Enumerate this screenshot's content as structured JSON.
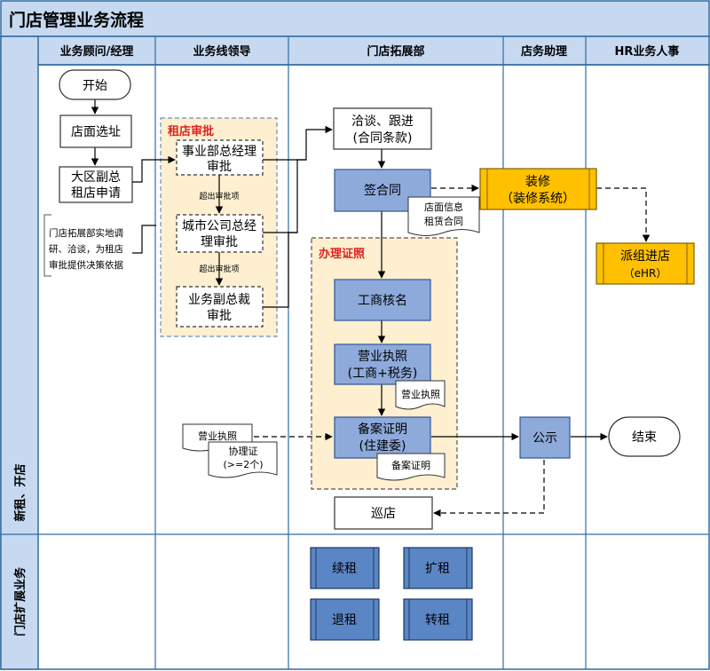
{
  "title": "门店管理业务流程",
  "lanes": {
    "consultant": "业务顾问/经理",
    "line_leader": "业务线领导",
    "store_dev": "门店拓展部",
    "store_asst": "店务助理",
    "hr": "HR业务人事"
  },
  "phases": {
    "new_rent": "新租、开店",
    "expand": "门店扩展业务"
  },
  "groups": {
    "rent_approval": "租店审批",
    "license": "办理证照"
  },
  "nodes": {
    "start": "开始",
    "site": "店面选址",
    "apply": [
      "大区副总",
      "租店申请"
    ],
    "research_note": [
      "门店拓展部实地调",
      "研、洽谈，为租店",
      "审批提供决策依据"
    ],
    "gm_approve": [
      "事业部总经理",
      "审批"
    ],
    "city_approve": [
      "城市公司总经",
      "理审批"
    ],
    "vp_approve": [
      "业务副总裁",
      "审批"
    ],
    "over_limit_1": "超出审批项",
    "over_limit_2": "超出审批项",
    "negotiate": [
      "洽谈、跟进",
      "(合同条款)"
    ],
    "sign": "签合同",
    "contract_doc": [
      "店面信息",
      "租赁合同"
    ],
    "decorate": [
      "装修",
      "（装修系统）"
    ],
    "assign": [
      "派组进店",
      "（eHR）"
    ],
    "business_check": "工商核名",
    "license_node": [
      "营业执照",
      "(工商+税务)"
    ],
    "license_doc": "营业执照",
    "filing": [
      "备案证明",
      "(住建委)"
    ],
    "filing_doc": "备案证明",
    "in_license_doc": "营业执照",
    "coop_doc": [
      "协理证",
      "(>=2个)"
    ],
    "publicize": "公示",
    "end": "结束",
    "patrol": "巡店",
    "renew": "续租",
    "expand_rent": "扩租",
    "withdraw": "退租",
    "transfer": "转租"
  },
  "colors": {
    "lane_header": "#c6d9f1",
    "lane_border": "#2f6da3",
    "process_fill": "#8eaadb",
    "process_dark": "#5b86c5",
    "decorate_fill": "#ffc000",
    "group_fill": "#fdefcf",
    "group_label": "#e02020"
  }
}
